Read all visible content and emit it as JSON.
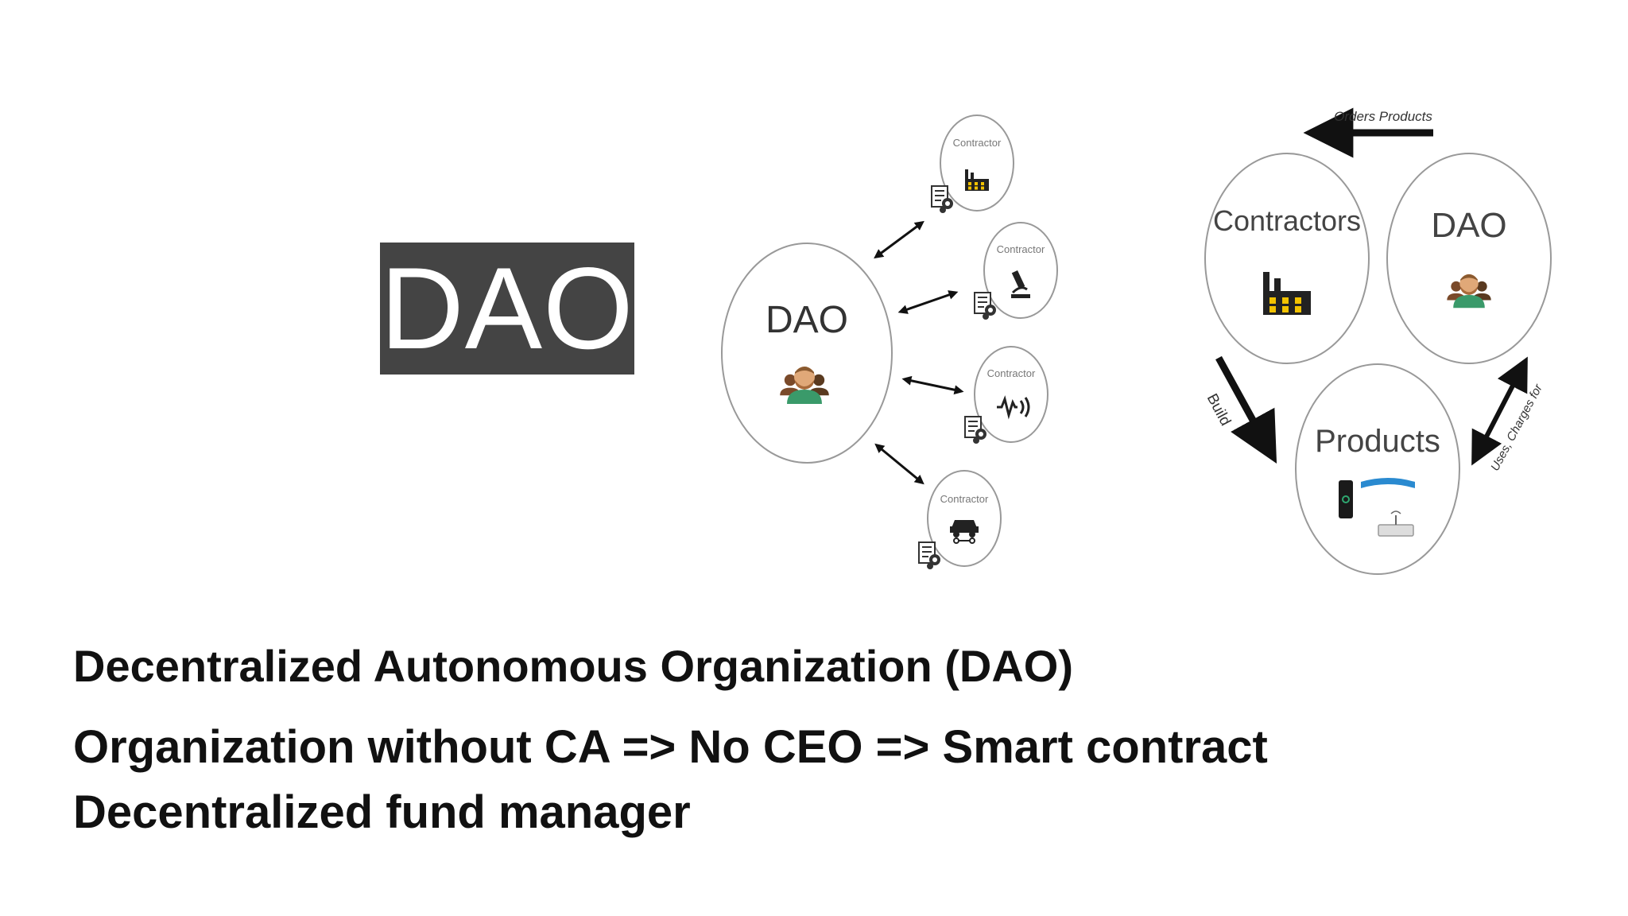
{
  "slide": {
    "title": "DAO",
    "lines": [
      "Decentralized Autonomous Organization (DAO)",
      "Organization without CA => No CEO => Smart contract",
      "Decentralized fund manager"
    ]
  },
  "left_diagram": {
    "center_label": "DAO",
    "contractor_label": "Contractor",
    "icons": [
      "people-group-icon",
      "factory-icon",
      "microscope-icon",
      "signal-wave-icon",
      "car-icon",
      "contract-gear-icon"
    ]
  },
  "right_diagram": {
    "orders_label": "Orders Products",
    "contractors_label": "Contractors",
    "dao_label": "DAO",
    "products_label": "Products",
    "build_label": "Build",
    "uses_label": "Uses, Charges for",
    "icons": [
      "factory-icon",
      "people-group-icon",
      "charger-icon",
      "router-icon",
      "wristband-icon"
    ]
  },
  "colors": {
    "title_box": "#444444",
    "arrow": "#111111",
    "circle_stroke": "#999999",
    "person_green": "#3a9a6a",
    "person_skin": "#e0a878"
  }
}
